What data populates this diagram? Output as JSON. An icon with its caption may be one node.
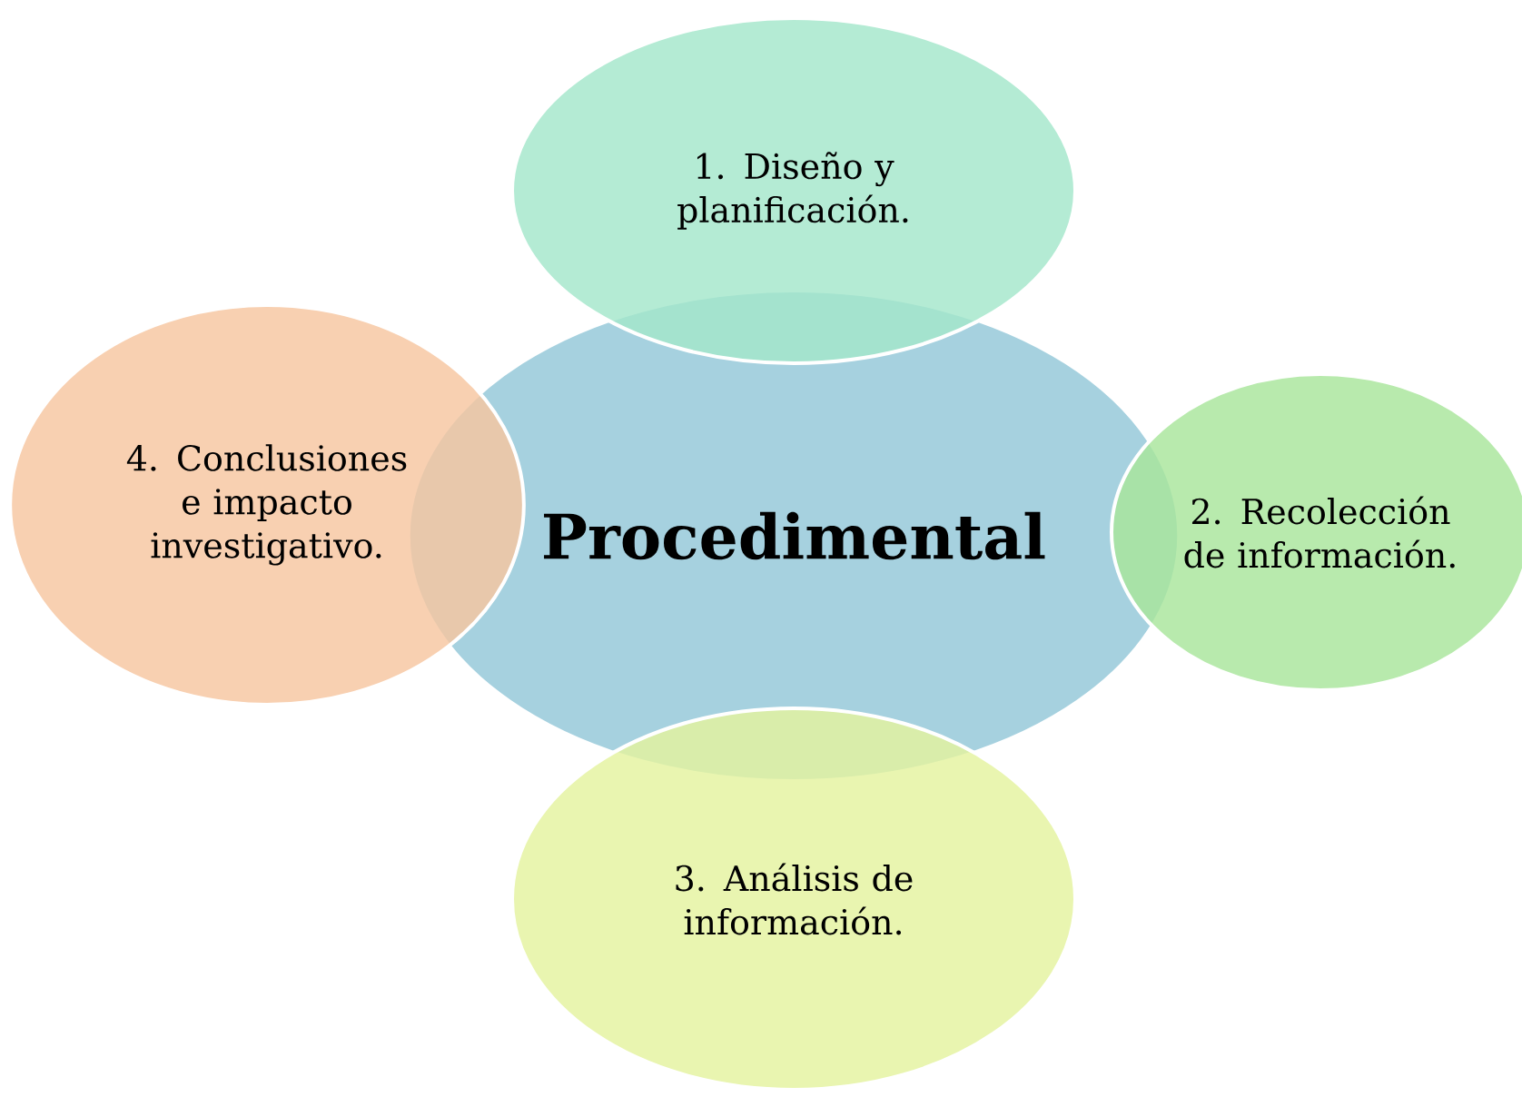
{
  "diagram": {
    "nodes": [
      {
        "text": [
          "Procedimental"
        ]
      },
      {
        "text": [
          "1. Diseño y planificación."
        ]
      },
      {
        "text": [
          "2. Recolección de información."
        ]
      },
      {
        "text": [
          "3. Análisis de información."
        ]
      },
      {
        "text": [
          "4. Conclusiones e impacto investigativo."
        ]
      }
    ]
  }
}
